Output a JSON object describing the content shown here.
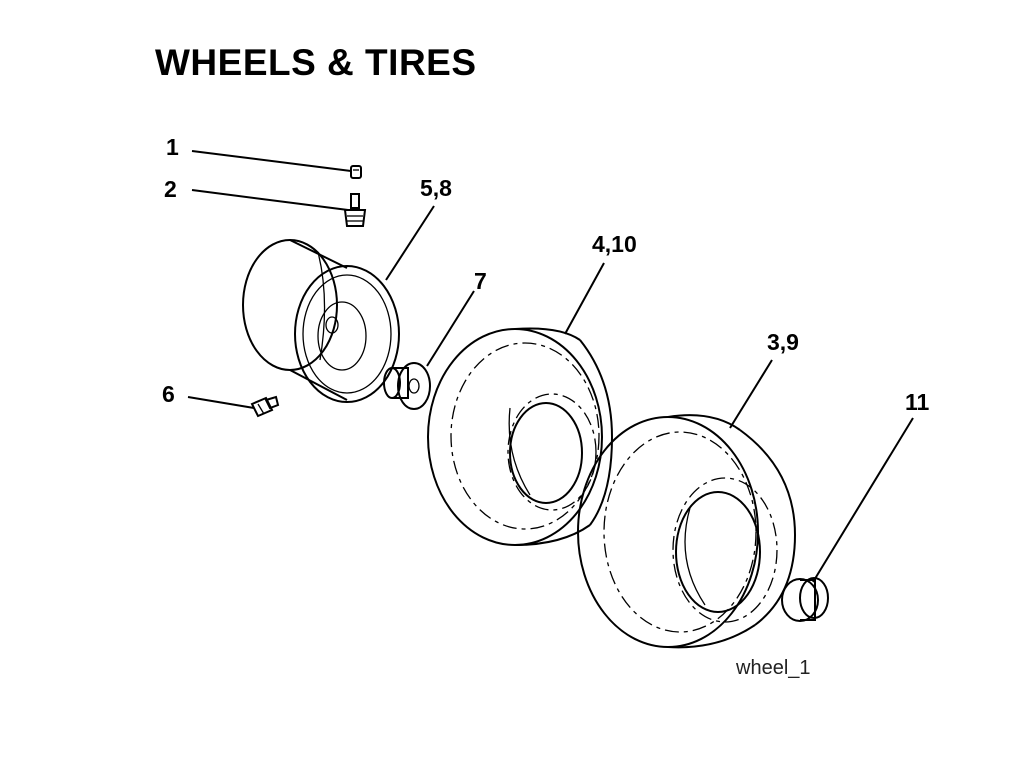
{
  "title": "WHEELS & TIRES",
  "callouts": [
    "1",
    "2",
    "5,8",
    "7",
    "4,10",
    "3,9",
    "6",
    "11"
  ],
  "caption": "wheel_1"
}
